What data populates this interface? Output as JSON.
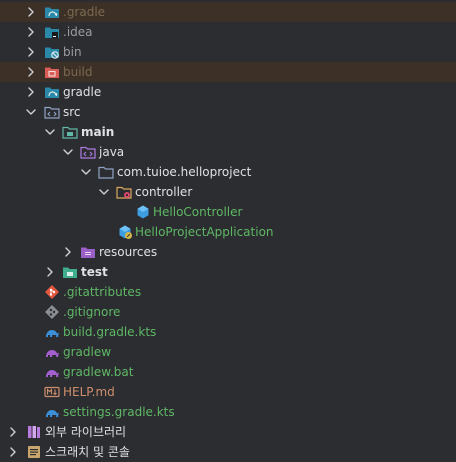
{
  "colors": {
    "background": "#2b2d30",
    "excluded_row_background": "#3c3027",
    "text_default": "#dfe1e5",
    "text_excluded": "#7c6a4e",
    "text_vcs_added": "#5fb865",
    "text_ignored": "#9a9da3",
    "text_modified": "#cf8e6d"
  },
  "tree": {
    "items": [
      {
        "label": ".gradle",
        "icon": "folder-gradle-icon"
      },
      {
        "label": ".idea",
        "icon": "folder-idea-icon"
      },
      {
        "label": "bin",
        "icon": "folder-bin-icon"
      },
      {
        "label": "build",
        "icon": "folder-build-icon"
      },
      {
        "label": "gradle",
        "icon": "folder-gradle-icon"
      },
      {
        "label": "src",
        "icon": "folder-src-icon"
      },
      {
        "label": "main",
        "icon": "folder-main-icon"
      },
      {
        "label": "java",
        "icon": "folder-java-icon"
      },
      {
        "label": "com.tuioe.helloproject",
        "icon": "package-icon"
      },
      {
        "label": "controller",
        "icon": "controller-package-icon"
      },
      {
        "label": "HelloController",
        "icon": "class-icon"
      },
      {
        "label": "HelloProjectApplication",
        "icon": "spring-app-icon"
      },
      {
        "label": "resources",
        "icon": "folder-resources-icon"
      },
      {
        "label": "test",
        "icon": "folder-test-icon"
      },
      {
        "label": ".gitattributes",
        "icon": "git-icon"
      },
      {
        "label": ".gitignore",
        "icon": "gitignore-icon"
      },
      {
        "label": "build.gradle.kts",
        "icon": "gradle-file-icon"
      },
      {
        "label": "gradlew",
        "icon": "gradlew-icon"
      },
      {
        "label": "gradlew.bat",
        "icon": "gradlew-icon"
      },
      {
        "label": "HELP.md",
        "icon": "markdown-icon"
      },
      {
        "label": "settings.gradle.kts",
        "icon": "gradle-file-icon"
      },
      {
        "label": "외부 라이브러리",
        "icon": "external-libraries-icon"
      },
      {
        "label": "스크래치 및 콘솔",
        "icon": "scratches-icon"
      }
    ]
  }
}
